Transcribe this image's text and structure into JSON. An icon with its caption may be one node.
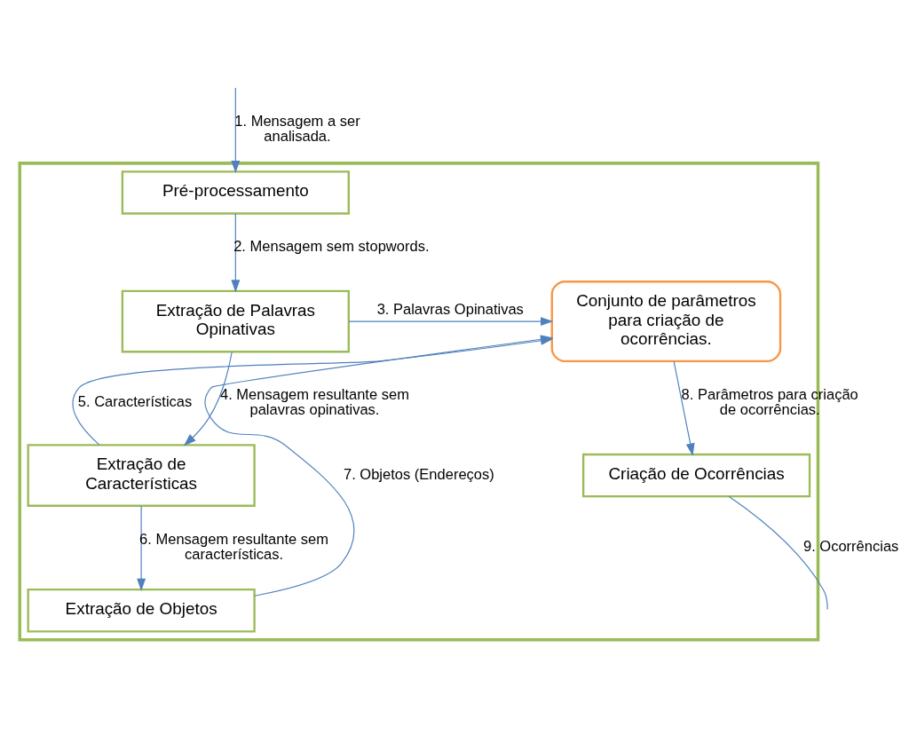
{
  "diagram": {
    "nodes": [
      {
        "text": [],
        "shape": "box"
      },
      {
        "text": [
          "Pré-processamento"
        ],
        "in": 0
      },
      {
        "text": [
          "Extração de Palavras Opinativas"
        ],
        "in": 0
      },
      {
        "text": [
          "Extração de Características"
        ],
        "in": 0
      },
      {
        "text": [
          "Extração de Objetos"
        ],
        "in": 0
      },
      {
        "text": [
          "Conjunto de parâmetros para criação de ocorrências."
        ],
        "in": 0
      },
      {
        "text": [
          "Criação de Ocorrências"
        ],
        "in": 0
      }
    ],
    "edges": [
      {
        "from": null,
        "to": 1,
        "arrow": "to",
        "label": "1. Mensagem a ser analisada."
      },
      {
        "from": 1,
        "to": 2,
        "arrow": "to",
        "label": "2. Mensagem sem stopwords."
      },
      {
        "from": 2,
        "to": 5,
        "arrow": "to",
        "label": "3. Palavras Opinativas"
      },
      {
        "from": 2,
        "to": 3,
        "arrow": "to",
        "label": "4. Mensagem resultante sem palavras opinativas."
      },
      {
        "from": 3,
        "to": 5,
        "arrow": "to",
        "label": "5. Características"
      },
      {
        "from": 3,
        "to": 4,
        "arrow": "to",
        "label": "6. Mensagem resultante sem características."
      },
      {
        "from": 4,
        "to": 5,
        "arrow": "to",
        "label": "7. Objetos (Endereços)"
      },
      {
        "from": 5,
        "to": 6,
        "arrow": "to",
        "label": "8. Parâmetros para criação de ocorrências."
      },
      {
        "from": 6,
        "to": null,
        "arrow": "none",
        "label": "9. Ocorrências"
      }
    ]
  }
}
